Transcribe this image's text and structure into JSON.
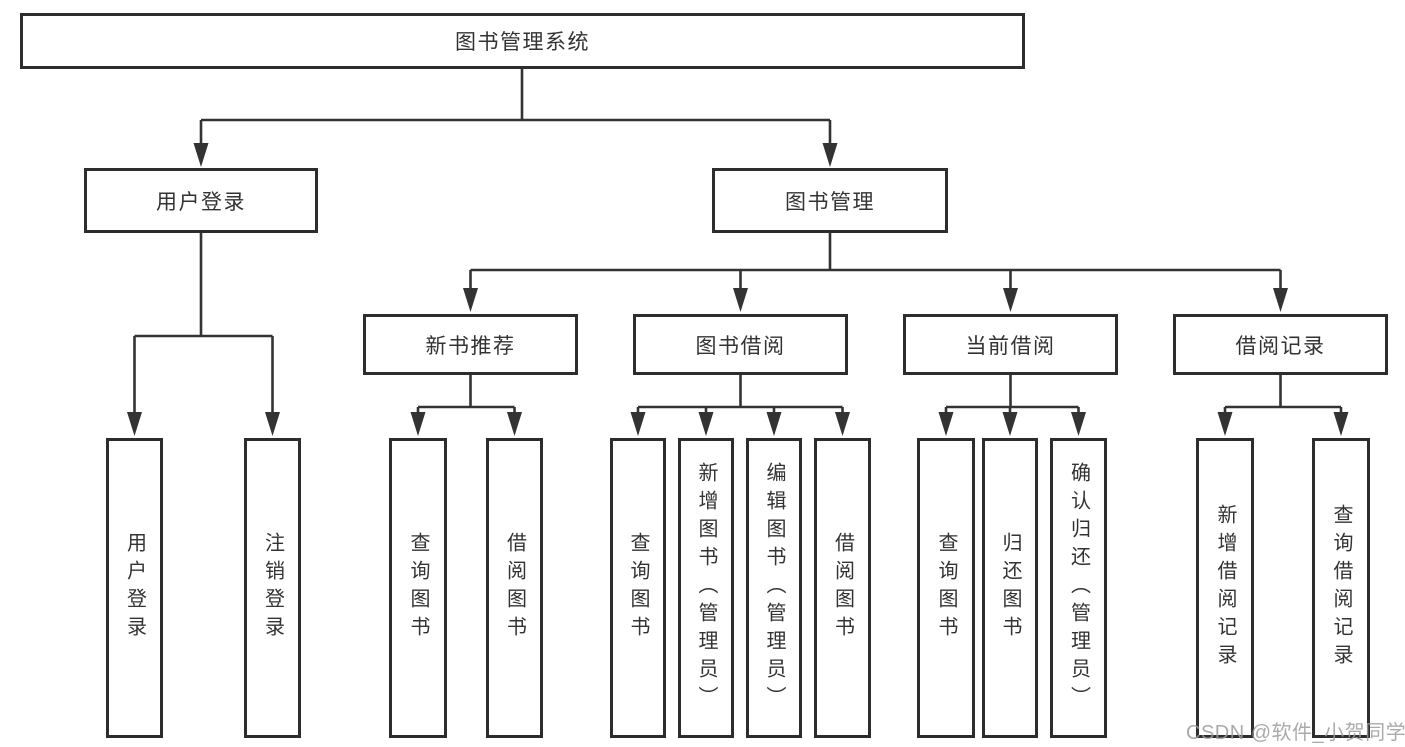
{
  "title": {
    "label": "图书管理系统"
  },
  "level2": [
    {
      "label": "用户登录"
    },
    {
      "label": "图书管理"
    }
  ],
  "level3": [
    {
      "label": "新书推荐"
    },
    {
      "label": "图书借阅"
    },
    {
      "label": "当前借阅"
    },
    {
      "label": "借阅记录"
    }
  ],
  "leaves": [
    {
      "label": "用户登录"
    },
    {
      "label": "注销登录"
    },
    {
      "label": "查询图书"
    },
    {
      "label": "借阅图书"
    },
    {
      "label": "查询图书"
    },
    {
      "label": "新增图书（管理员）"
    },
    {
      "label": "编辑图书（管理员）"
    },
    {
      "label": "借阅图书"
    },
    {
      "label": "查询图书"
    },
    {
      "label": "归还图书"
    },
    {
      "label": "确认归还（管理员）"
    },
    {
      "label": "新增借阅记录"
    },
    {
      "label": "查询借阅记录"
    }
  ],
  "watermark": {
    "label": "CSDN @软件_小贺同学"
  },
  "colors": {
    "line": "#333333",
    "border": "#2d2d2d",
    "text": "#333333",
    "watermark": "#9c9c9c"
  }
}
